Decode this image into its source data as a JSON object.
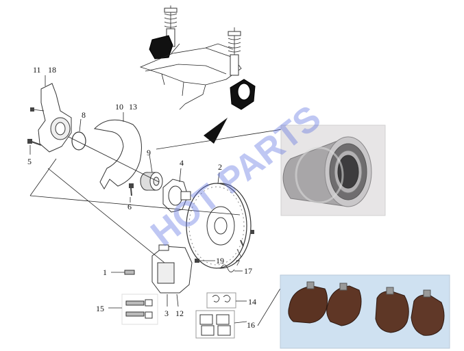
{
  "watermark": "HOT PARTS",
  "callouts": {
    "n1": "1",
    "n2": "2",
    "n3": "3",
    "n4": "4",
    "n5": "5",
    "n6": "6",
    "n7": "7",
    "n8": "8",
    "n9": "9",
    "n10": "10",
    "n11": "11",
    "n12": "12",
    "n13": "13",
    "n14": "14",
    "n15": "15",
    "n16": "16",
    "n17": "17",
    "n18": "18",
    "n19": "19"
  }
}
